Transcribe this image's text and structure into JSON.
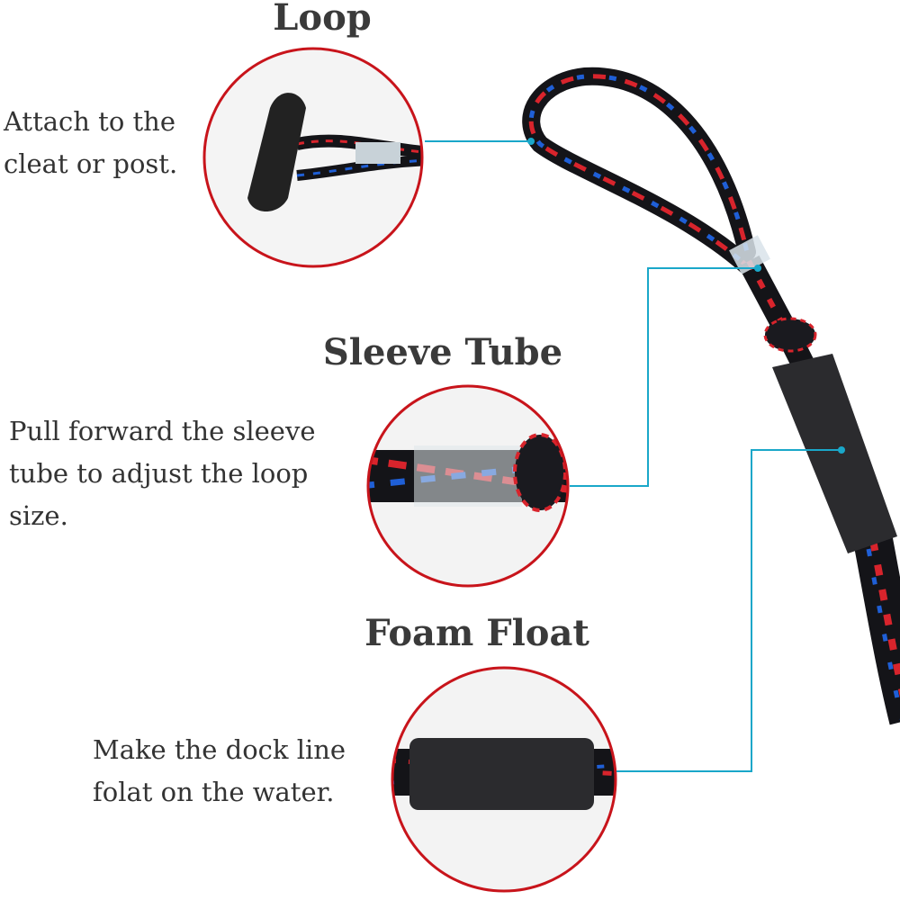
{
  "callouts": [
    {
      "title": "Loop",
      "lines": [
        "Attach to the",
        "cleat or post."
      ]
    },
    {
      "title": "Sleeve Tube",
      "lines": [
        "Pull forward the sleeve",
        "tube to adjust the loop",
        "size."
      ]
    },
    {
      "title": "Foam Float",
      "lines": [
        "Make the dock line",
        "folat on the water."
      ]
    }
  ],
  "colors": {
    "circle_border": "#c8141b",
    "connector": "#1aa7c9",
    "rope_base": "#141418",
    "rope_red": "#d8242c",
    "rope_blue": "#1f5fd6",
    "foam": "#2b2b2e"
  }
}
